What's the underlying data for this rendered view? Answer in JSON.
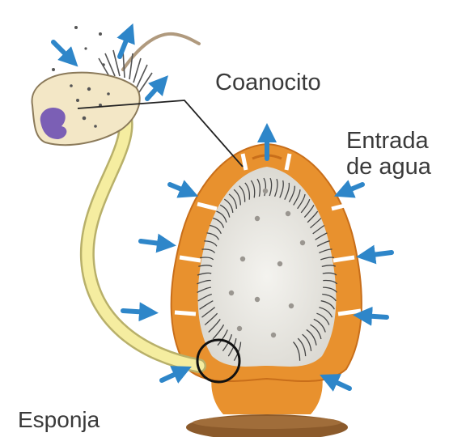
{
  "labels": {
    "choanocyte": "Coanocito",
    "water_inlet_line1": "Entrada",
    "water_inlet_line2": "de agua",
    "sponge": "Esponja"
  },
  "colors": {
    "wall": "#E8912E",
    "wall_dark": "#C86E1A",
    "interior": "#ECEBE6",
    "cell_body": "#F3E7C6",
    "nucleus": "#7B5FB5",
    "tube": "#F5EDA0",
    "tube_edge": "#B8B06A",
    "arrow": "#2E86C9",
    "substrate": "#8B5A2B"
  },
  "icons": {
    "flow_arrow": "arrow-icon",
    "magnify_circle": "circle-icon"
  }
}
